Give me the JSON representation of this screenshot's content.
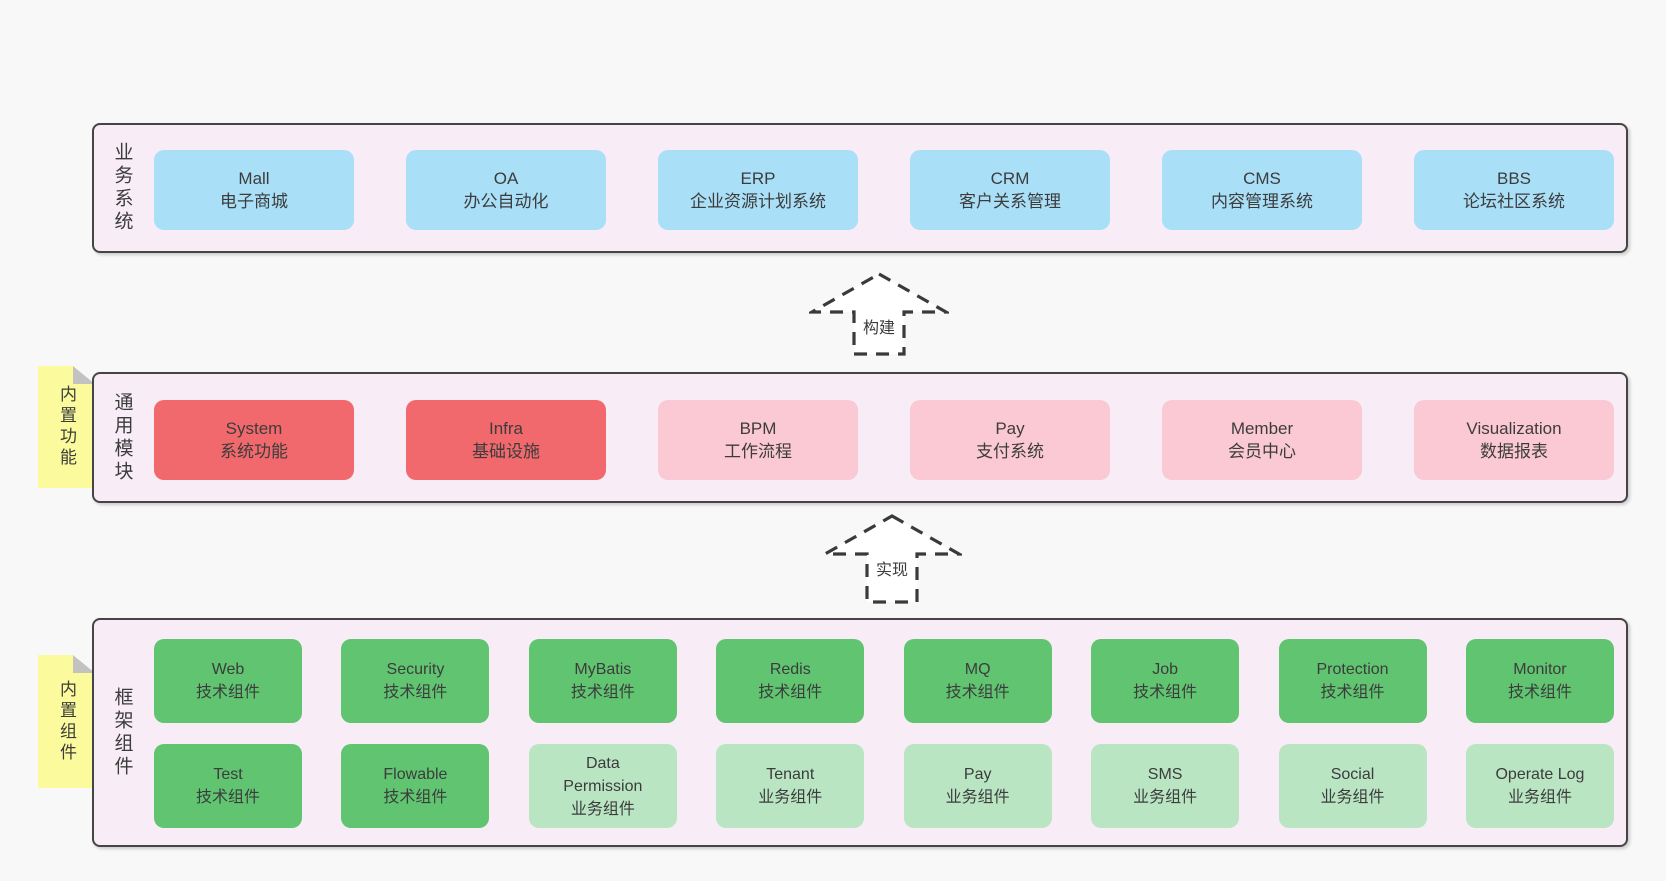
{
  "diagram": {
    "layers": [
      {
        "label": "业务系统",
        "boxes": [
          {
            "title": "Mall",
            "subtitle": "电子商城"
          },
          {
            "title": "OA",
            "subtitle": "办公自动化"
          },
          {
            "title": "ERP",
            "subtitle": "企业资源计划系统"
          },
          {
            "title": "CRM",
            "subtitle": "客户关系管理"
          },
          {
            "title": "CMS",
            "subtitle": "内容管理系统"
          },
          {
            "title": "BBS",
            "subtitle": "论坛社区系统"
          }
        ]
      },
      {
        "label": "通用模块",
        "sticky_note": "内置功能",
        "boxes": [
          {
            "title": "System",
            "subtitle": "系统功能"
          },
          {
            "title": "Infra",
            "subtitle": "基础设施"
          },
          {
            "title": "BPM",
            "subtitle": "工作流程"
          },
          {
            "title": "Pay",
            "subtitle": "支付系统"
          },
          {
            "title": "Member",
            "subtitle": "会员中心"
          },
          {
            "title": "Visualization",
            "subtitle": "数据报表"
          }
        ]
      },
      {
        "label": "框架组件",
        "sticky_note": "内置组件",
        "row1": [
          {
            "title": "Web",
            "subtitle": "技术组件"
          },
          {
            "title": "Security",
            "subtitle": "技术组件"
          },
          {
            "title": "MyBatis",
            "subtitle": "技术组件"
          },
          {
            "title": "Redis",
            "subtitle": "技术组件"
          },
          {
            "title": "MQ",
            "subtitle": "技术组件"
          },
          {
            "title": "Job",
            "subtitle": "技术组件"
          },
          {
            "title": "Protection",
            "subtitle": "技术组件"
          },
          {
            "title": "Monitor",
            "subtitle": "技术组件"
          }
        ],
        "row2": [
          {
            "title": "Test",
            "subtitle": "技术组件"
          },
          {
            "title": "Flowable",
            "subtitle": "技术组件"
          },
          {
            "title": "Data\nPermission",
            "subtitle": "业务组件"
          },
          {
            "title": "Tenant",
            "subtitle": "业务组件"
          },
          {
            "title": "Pay",
            "subtitle": "业务组件"
          },
          {
            "title": "SMS",
            "subtitle": "业务组件"
          },
          {
            "title": "Social",
            "subtitle": "业务组件"
          },
          {
            "title": "Operate Log",
            "subtitle": "业务组件"
          }
        ]
      }
    ],
    "arrows": [
      {
        "label": "构建"
      },
      {
        "label": "实现"
      }
    ],
    "colors": {
      "page_bg": "#F8F8F8",
      "layer_bg": "#F8EDF6",
      "layer_border": "#454545",
      "business_box": "#A9DFF7",
      "module_highlight_box": "#F1696C",
      "module_box": "#FBC9D3",
      "tech_component_box": "#60C471",
      "biz_component_box": "#B9E5C3",
      "sticky_note_bg": "#FBFB9D",
      "sticky_fold": "#C2C2C2",
      "text": "#3C3C3C"
    }
  }
}
